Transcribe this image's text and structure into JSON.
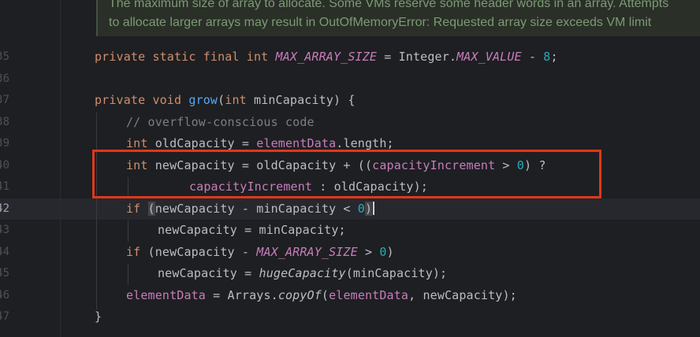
{
  "editor": {
    "doc_comment": {
      "line1": "The maximum size of array to allocate. Some VMs reserve some header words in an array. Attempts",
      "line2": "to allocate larger arrays may result in OutOfMemoryError: Requested array size exceeds VM limit"
    },
    "line_numbers": [
      "35",
      "36",
      "37",
      "38",
      "39",
      "40",
      "41",
      "42",
      "43",
      "44",
      "45",
      "46",
      "47"
    ],
    "current_line_number": "42",
    "code": {
      "l35": {
        "kw": "private static final int ",
        "name": "MAX_ARRAY_SIZE",
        "eq": " = Integer.",
        "const": "MAX_VALUE",
        "op": " - ",
        "num": "8",
        "end": ";"
      },
      "l37": {
        "kw": "private void ",
        "fn": "grow",
        "open": "(",
        "kw2": "int ",
        "param": "minCapacity) {"
      },
      "l38": {
        "comment": "// overflow-conscious code"
      },
      "l39": {
        "kw": "int ",
        "var": "oldCapacity = ",
        "field": "elementData",
        "rest": ".length;"
      },
      "l40": {
        "kw": "int ",
        "var": "newCapacity = oldCapacity + ((",
        "field": "capacityIncrement",
        "op": " > ",
        "num": "0",
        "rest": ") ?"
      },
      "l41": {
        "field": "capacityIncrement",
        "rest": " : oldCapacity);"
      },
      "l42": {
        "kw": "if ",
        "open": "(",
        "expr": "newCapacity - minCapacity < ",
        "num": "0",
        "close": ")"
      },
      "l43": {
        "text": "newCapacity = minCapacity;"
      },
      "l44": {
        "kw": "if ",
        "expr": "(newCapacity - ",
        "const": "MAX_ARRAY_SIZE",
        "op": " > ",
        "num": "0",
        "close": ")"
      },
      "l45": {
        "text": "newCapacity = ",
        "fn": "hugeCapacity",
        "rest": "(minCapacity);"
      },
      "l46": {
        "field": "elementData",
        "text": " = Arrays.",
        "fn": "copyOf",
        "open": "(",
        "field2": "elementData",
        "rest": ", newCapacity);"
      },
      "l47": {
        "text": "}"
      }
    }
  },
  "colors": {
    "background": "#1e1f22",
    "keyword": "#cf8e6d",
    "constant": "#c77dbb",
    "number": "#2aacb8",
    "function": "#56a8f5",
    "comment": "#7a7e85",
    "annotation_box": "#e2361a"
  }
}
